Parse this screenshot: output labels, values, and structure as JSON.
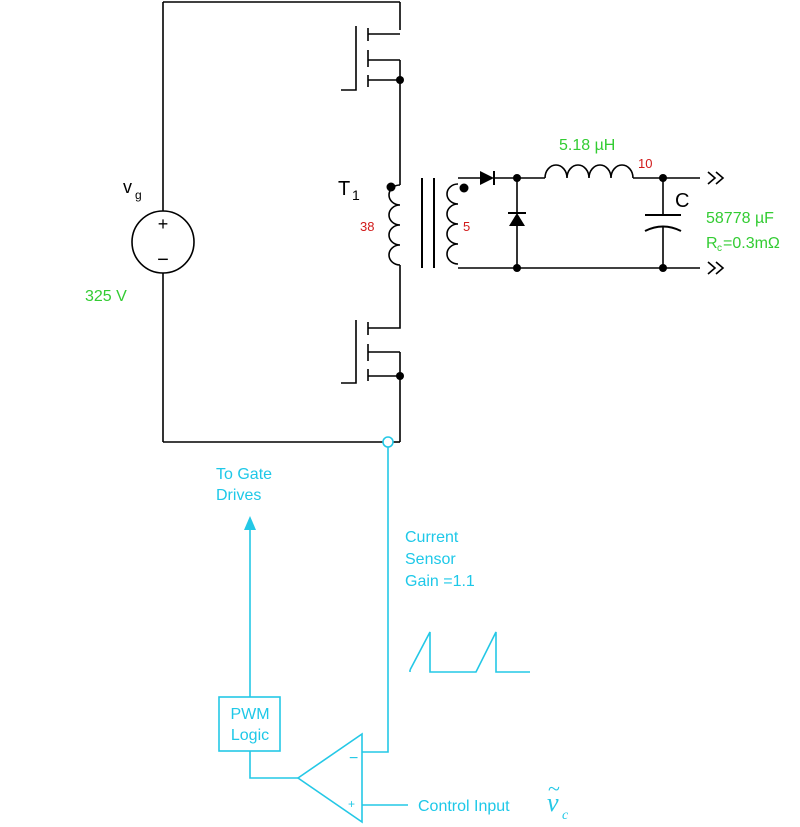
{
  "source": {
    "name": "v",
    "subscript": "g",
    "plus": "+",
    "minus": "−",
    "voltage": "325 V"
  },
  "transformer": {
    "name": "T",
    "subscript": "1",
    "primary_turns": "38",
    "secondary_turns": "5"
  },
  "inductor": {
    "value": "5.18 µH",
    "node_label": "10"
  },
  "capacitor": {
    "name": "C",
    "value": "58778 µF",
    "esr_prefix": "R",
    "esr_subscript": "c",
    "esr_value": "=0.3mΩ"
  },
  "control": {
    "to_gate_line1": "To Gate",
    "to_gate_line2": "Drives",
    "sensor_line1": "Current",
    "sensor_line2": "Sensor",
    "sensor_line3": "Gain =1.1",
    "pwm_line1": "PWM",
    "pwm_line2": "Logic",
    "opamp_minus": "−",
    "opamp_plus": "+",
    "control_input": "Control Input",
    "control_symbol": "v",
    "control_symbol_sub": "c",
    "control_symbol_tilde": "~"
  }
}
